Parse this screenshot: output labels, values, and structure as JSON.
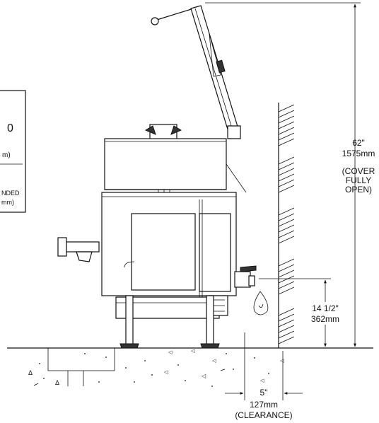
{
  "side_box": {
    "glyph": "0",
    "line1": "m)",
    "line2": "NDED",
    "line3": "mm)"
  },
  "dimensions": {
    "height_total": {
      "inches": "62\"",
      "mm": "1575mm",
      "note_line1": "(COVER",
      "note_line2": "FULLY",
      "note_line3": "OPEN)"
    },
    "drain_height": {
      "inches": "14 1/2\"",
      "mm": "362mm"
    },
    "clearance": {
      "inches": "5\"",
      "mm": "127mm",
      "note": "(CLEARANCE)"
    }
  }
}
